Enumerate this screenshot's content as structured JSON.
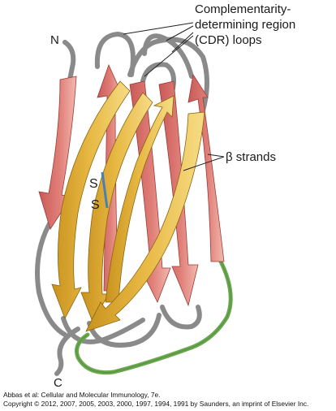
{
  "diagram": {
    "terminus_n": "N",
    "terminus_c": "C",
    "cdr_label_lines": [
      "Complementarity-",
      "determining region",
      "(CDR) loops"
    ],
    "beta_label": "β strands",
    "disulfide_top": "S",
    "disulfide_bottom": "S"
  },
  "credits": {
    "line1": "Abbas et al: Cellular and Molecular Immunology, 7e.",
    "line2": "Copyright © 2012, 2007, 2005, 2003, 2000, 1997, 1994, 1991 by Saunders, an imprint of Elsevier Inc."
  },
  "colors": {
    "red_strand": "#d9716e",
    "red_strand_light": "#efb0a8",
    "yellow_strand": "#e3b23c",
    "yellow_strand_light": "#f6dc86",
    "loop": "#8c8c8c",
    "green_loop": "#6aa84f",
    "disulfide_bond": "#4a7fb5"
  }
}
